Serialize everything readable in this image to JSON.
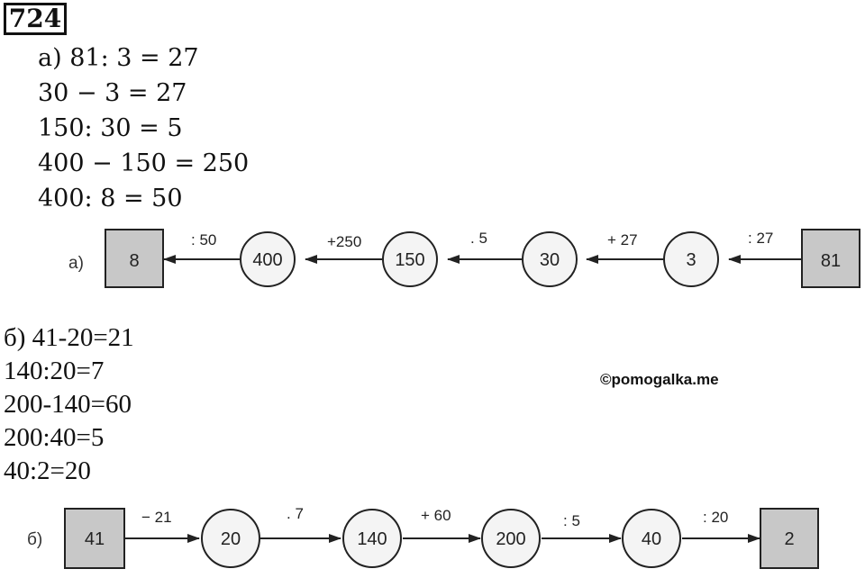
{
  "task_number": "724",
  "part_a": {
    "equations": [
      "а) 81: 3 = 27",
      "30 − 3 = 27",
      "150: 30 = 5",
      "400 − 150 = 250",
      "400: 8 = 50"
    ],
    "diagram": {
      "label": "а)",
      "nodes": [
        "8",
        "400",
        "150",
        "30",
        "3",
        "81"
      ],
      "operations": [
        ": 50",
        "+250",
        ". 5",
        "+  27",
        ":  27"
      ]
    }
  },
  "part_b": {
    "equations": [
      "б) 41-20=21",
      "140:20=7",
      "200-140=60",
      "200:40=5",
      "40:2=20"
    ],
    "diagram": {
      "label": "б)",
      "nodes": [
        "41",
        "20",
        "140",
        "200",
        "40",
        "2"
      ],
      "operations": [
        "−  21",
        ".  7",
        "+ 60",
        ":  5",
        ":  20"
      ]
    }
  },
  "watermark": "©pomogalka.me",
  "colors": {
    "box_fill": "#c8c8c8",
    "circle_fill": "#f4f4f4",
    "stroke": "#222222"
  }
}
